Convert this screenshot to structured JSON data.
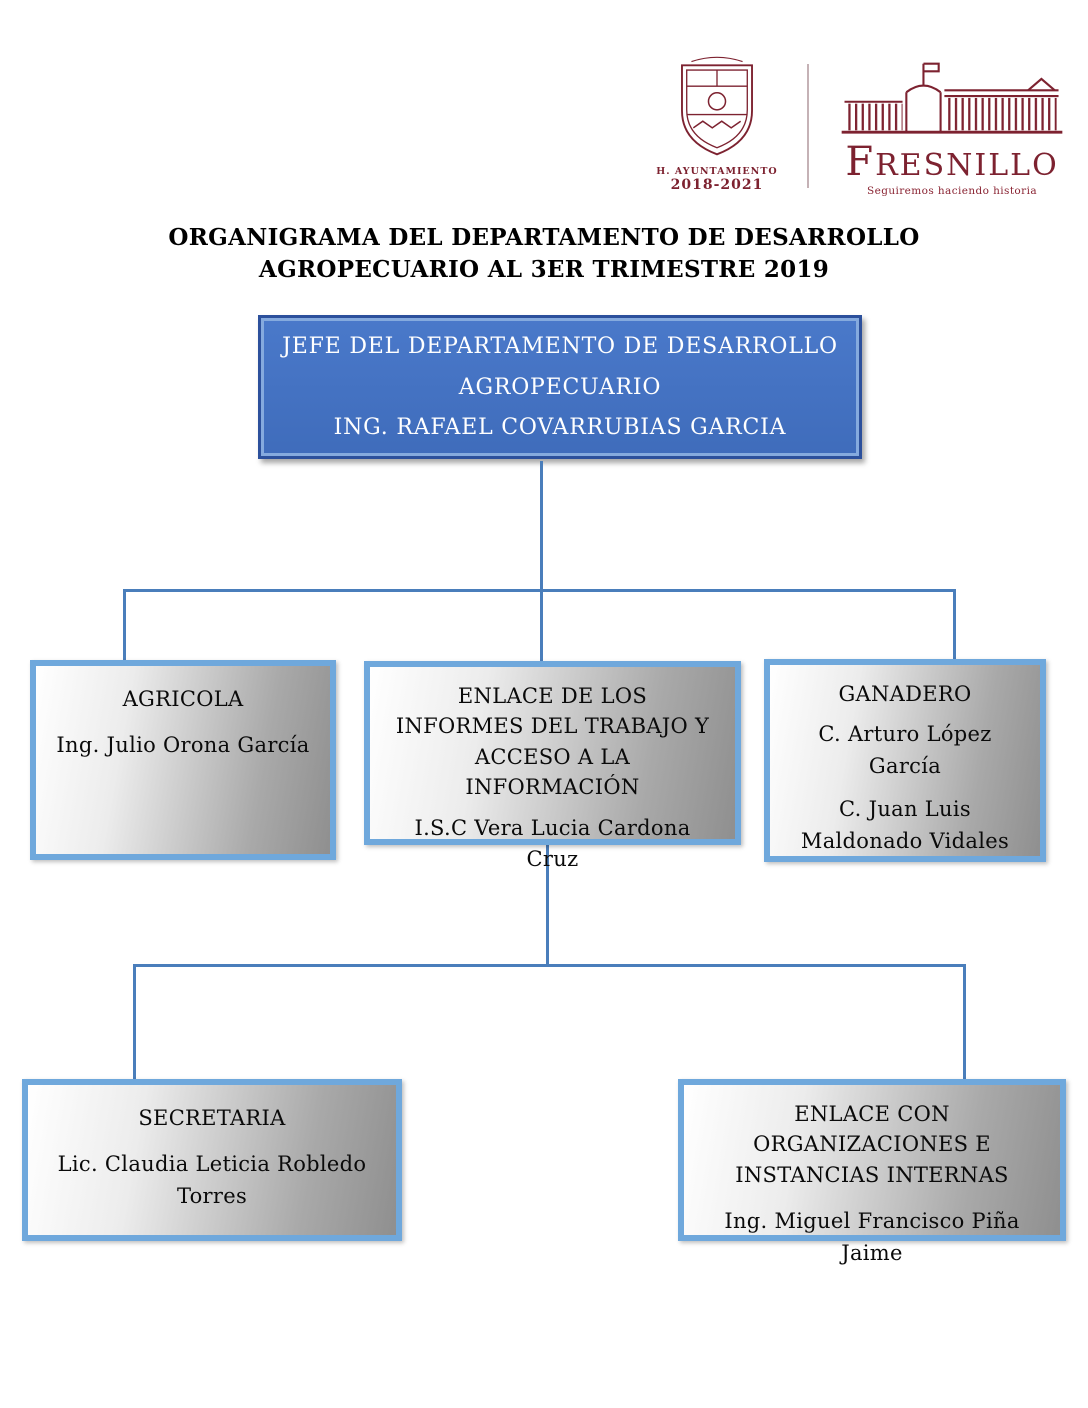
{
  "meta": {
    "title_line1": "ORGANIGRAMA DEL DEPARTAMENTO DE DESARROLLO",
    "title_line2": "AGROPECUARIO AL 3ER TRIMESTRE 2019"
  },
  "header": {
    "crest_caption_line1": "H. AYUNTAMIENTO",
    "crest_caption_line2": "2018-2021",
    "brand_name": "FRESNILLO",
    "brand_tagline": "Seguiremos haciendo historia"
  },
  "org": {
    "jefe": {
      "title_line1": "JEFE DEL DEPARTAMENTO DE DESARROLLO",
      "title_line2": "AGROPECUARIO",
      "name": "ING. RAFAEL COVARRUBIAS GARCIA"
    },
    "agricola": {
      "title": "AGRICOLA",
      "name": "Ing. Julio Orona García"
    },
    "enlace_informes": {
      "title": "ENLACE DE LOS INFORMES DEL TRABAJO Y ACCESO A LA INFORMACIÓN",
      "name": "I.S.C Vera Lucia Cardona Cruz"
    },
    "ganadero": {
      "title": "GANADERO",
      "name1": "C. Arturo López García",
      "name2": "C. Juan Luis Maldonado Vidales"
    },
    "secretaria": {
      "title": "SECRETARIA",
      "name": "Lic. Claudia Leticia Robledo Torres"
    },
    "enlace_organizaciones": {
      "title": "ENLACE CON ORGANIZACIONES E INSTANCIAS INTERNAS",
      "name": "Ing. Miguel Francisco Piña Jaime"
    }
  },
  "colors": {
    "root_box_fill": "#4472c4",
    "root_box_border": "#2c509c",
    "child_box_border": "#6fa8dc",
    "child_box_gradient_start": "#ffffff",
    "child_box_gradient_end": "#8f8f8f",
    "connector": "#4a7ebb",
    "brand_maroon": "#7d2230",
    "text": "#000000"
  }
}
